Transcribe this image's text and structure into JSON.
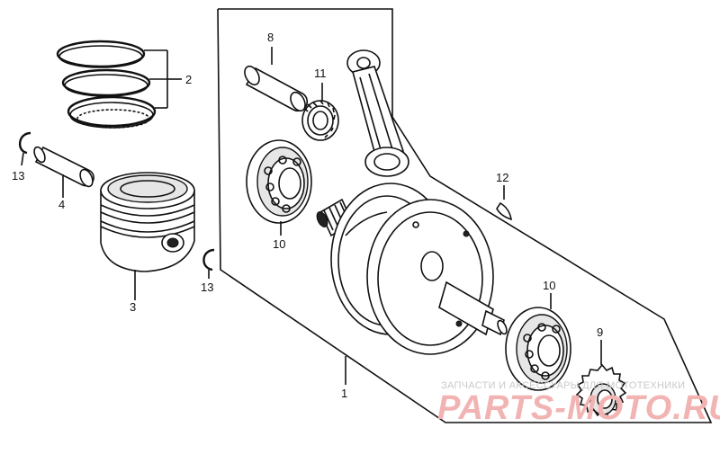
{
  "callouts": {
    "c1": "1",
    "c2": "2",
    "c3": "3",
    "c4": "4",
    "c8": "8",
    "c9": "9",
    "c10a": "10",
    "c10b": "10",
    "c11": "11",
    "c12": "12",
    "c13a": "13",
    "c13b": "13"
  },
  "watermark": {
    "top_text": "ЗАПЧАСТИ И АКСЕССУАРЫ ДЛЯ МОТОТЕХНИКИ",
    "main_text": "PARTS-MOTO.RU",
    "color": "#f2b3b3"
  }
}
